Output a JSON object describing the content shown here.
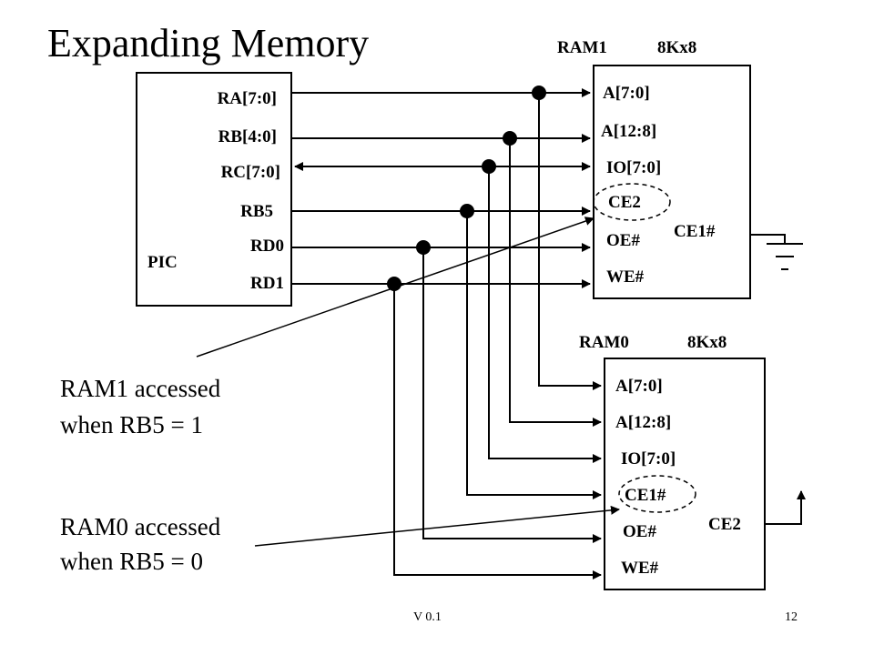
{
  "slide": {
    "title": "Expanding Memory",
    "version": "V 0.1",
    "page_number": "12"
  },
  "pic": {
    "name": "PIC",
    "pins": [
      "RA[7:0]",
      "RB[4:0]",
      "RC[7:0]",
      "RB5",
      "RD0",
      "RD1"
    ]
  },
  "ram1": {
    "name": "RAM1",
    "size": "8Kx8",
    "pins": [
      "A[7:0]",
      "A[12:8]",
      "IO[7:0]",
      "CE2",
      "OE#",
      "WE#"
    ],
    "tied_pin": "CE1#"
  },
  "ram0": {
    "name": "RAM0",
    "size": "8Kx8",
    "pins": [
      "A[7:0]",
      "A[12:8]",
      "IO[7:0]",
      "CE1#",
      "OE#",
      "WE#"
    ],
    "tied_pin": "CE2"
  },
  "annotations": {
    "ram1_line1": "RAM1 accessed",
    "ram1_line2": "when RB5 = 1",
    "ram0_line1": "RAM0 accessed",
    "ram0_line2": "when RB5 = 0"
  }
}
